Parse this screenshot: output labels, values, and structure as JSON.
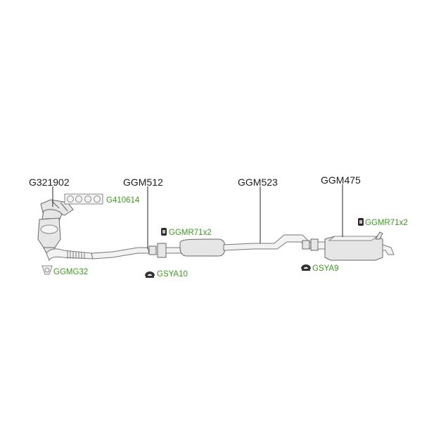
{
  "parts": {
    "manifold": {
      "label": "G321902"
    },
    "gasket": {
      "label": "G410614"
    },
    "front_gasket": {
      "label": "GGMG32"
    },
    "front_pipe": {
      "label": "GGM512"
    },
    "clamp_front": {
      "label": "GGMR71x2"
    },
    "hanger_front": {
      "label": "GSYA10"
    },
    "middle_section": {
      "label": "GGM523"
    },
    "hanger_mid": {
      "label": "GSYA9"
    },
    "rear_box": {
      "label": "GGM475"
    },
    "clamp_rear": {
      "label": "GGMR71x2"
    }
  },
  "colors": {
    "main_label": "#1a1a1a",
    "accessory_label": "#3a9a1e",
    "part_stroke": "#666666"
  }
}
